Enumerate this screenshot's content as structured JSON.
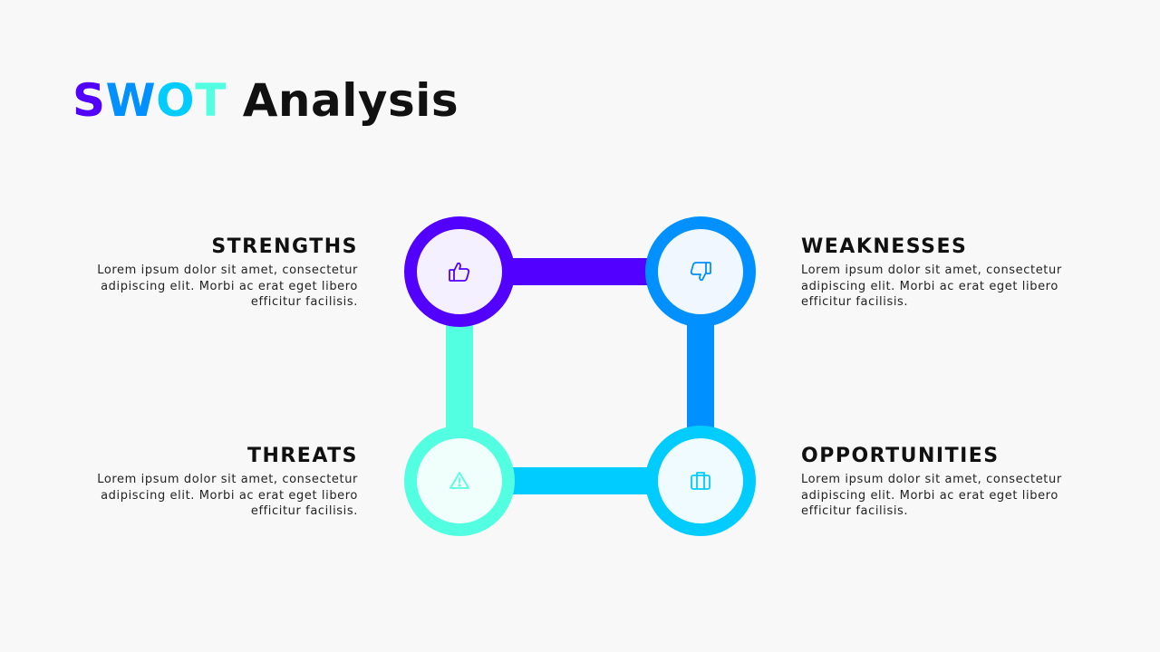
{
  "title": {
    "accent_letters": [
      "S",
      "W",
      "O",
      "T"
    ],
    "rest": " Analysis"
  },
  "colors": {
    "strengths": "#5200ff",
    "weaknesses": "#0090ff",
    "opportunities": "#00ccff",
    "threats": "#52ffe0",
    "text": "#111111",
    "background": "#f8f8f8"
  },
  "quadrants": {
    "strengths": {
      "heading": "STRENGTHS",
      "body": "Lorem ipsum dolor sit amet, consectetur adipiscing elit. Morbi ac erat eget libero efficitur facilisis.",
      "icon": "thumbs-up-icon"
    },
    "weaknesses": {
      "heading": "WEAKNESSES",
      "body": "Lorem ipsum dolor sit amet, consectetur adipiscing elit. Morbi ac erat eget libero efficitur facilisis.",
      "icon": "thumbs-down-icon"
    },
    "threats": {
      "heading": "THREATS",
      "body": "Lorem ipsum dolor sit amet, consectetur adipiscing elit. Morbi ac erat eget libero efficitur facilisis.",
      "icon": "warning-icon"
    },
    "opportunities": {
      "heading": "OPPORTUNITIES",
      "body": "Lorem ipsum dolor sit amet, consectetur adipiscing elit. Morbi ac erat eget libero efficitur facilisis.",
      "icon": "briefcase-icon"
    }
  }
}
